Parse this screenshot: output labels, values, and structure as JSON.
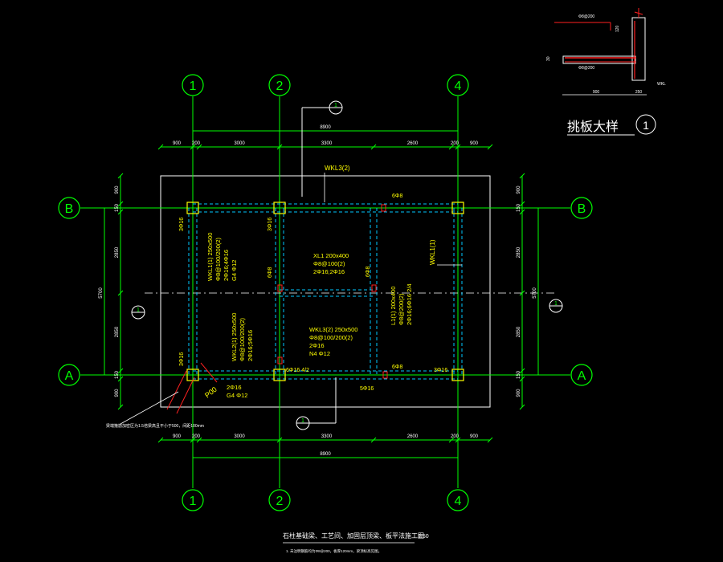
{
  "colors": {
    "background": "#000000",
    "axis": "#00ff00",
    "grid": "#ffffff",
    "beam": "#00c8ff",
    "label": "#ffff00",
    "rebar": "#ff2020",
    "slab": "#ffffff",
    "detail_concrete": "#ffffff"
  },
  "axes": {
    "vertical": [
      "1",
      "2",
      "4"
    ],
    "horizontal": [
      "B",
      "A"
    ]
  },
  "dimensions": {
    "top_total": "8900",
    "top_segments": [
      "900",
      "200",
      "3000",
      "3300",
      "2600",
      "200",
      "900"
    ],
    "bottom_total": "8900",
    "bottom_segments": [
      "900",
      "200",
      "3000",
      "3300",
      "2600",
      "200",
      "900"
    ],
    "left_total": "5700",
    "left_segments": [
      "900",
      "150",
      "2850",
      "2850",
      "150",
      "900"
    ],
    "right_total": "5700",
    "right_segments": [
      "900",
      "150",
      "2850",
      "2850",
      "150",
      "900"
    ]
  },
  "beam_labels": {
    "wkl3_top": "WKL3(2)",
    "wkl1_right": "WKL1(1)",
    "wkl1_left": [
      "WKL1(1) 250x500",
      "Φ8@100/200(2)",
      "2Φ16;4Φ16",
      "G4 Φ12"
    ],
    "xl1": [
      "XL1 200x400",
      "Φ8@100(2)",
      "2Φ16;2Φ16"
    ],
    "wkl2_left": [
      "WKL2(1) 250x500",
      "Φ8@100/200(2)",
      "2Φ16;5Φ16"
    ],
    "wkl3_mid": [
      "WKL3(2) 250x500",
      "Φ8@100/200(2)",
      "2Φ16",
      "N4 Φ12"
    ],
    "l1_right": [
      "L1(1) 200x400",
      "Φ8@200(2)",
      "2Φ16;6Φ16 2/4"
    ],
    "p00": "P00",
    "p00_rebar": [
      "2Φ16",
      "G4 Φ12"
    ]
  },
  "rebar_notes": {
    "n_3phi16_tl": "3Φ16",
    "n_3phi16_tm": "3Φ16",
    "n_6phi8_top": "6Φ8",
    "n_6phi8_xl_left": "6Φ8",
    "n_6phi8_xl_right": "6Φ8",
    "n_3phi16_bl": "3Φ16",
    "n_6phi16_bm": "6Φ16 4/2",
    "n_6phi8_br": "6Φ8",
    "n_3phi16_br": "3Φ16",
    "n_5phi16": "5Φ16"
  },
  "section_marks": [
    "1",
    "1",
    "1",
    "1"
  ],
  "detail": {
    "title": "挑板大样",
    "mark": "1",
    "top_rebar": "Φ8@200",
    "dim_vertical": "120",
    "dim_side": "30",
    "dim_width": "900",
    "dim_beam": "250",
    "bottom_note": "Φ8@200",
    "right_note": "WKL"
  },
  "footer": {
    "title": "石柱基础梁、工艺间、加固层顶梁、板平法施工图",
    "scale": "1:50",
    "note": "1. 未注明钢筋均为Φ8@200，板厚120mm，梁顶标高见图。"
  },
  "leader_note": "梁端箍筋加密区为1.5倍梁高且不小于500，间距100mm"
}
